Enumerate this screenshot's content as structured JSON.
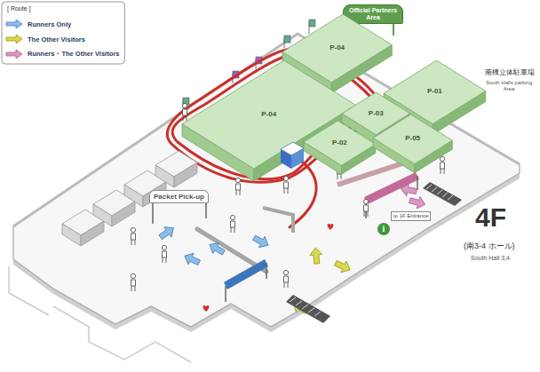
{
  "diagram": {
    "nodes": [
      {
        "text": [
          "Official Partners Area"
        ]
      },
      {
        "text": [
          "P-04"
        ]
      },
      {
        "text": [
          "P-04"
        ]
      },
      {
        "text": [
          "P-01"
        ]
      },
      {
        "text": [
          "P-03"
        ]
      },
      {
        "text": [
          "P-02"
        ]
      },
      {
        "text": [
          "P-05"
        ]
      },
      {
        "text": [
          "Packet Pick-up"
        ]
      }
    ],
    "labels": [
      "[ Route ]",
      "南棟立体駐車場",
      "South Halls parking Area",
      "to 1F Entrance",
      "i",
      "4F",
      "(南3-4 ホール)",
      "South Hall 3,4"
    ],
    "legend": [
      {
        "text": "Runners Only"
      },
      {
        "text": "The Other Visitors"
      },
      {
        "text": "Runners・The Other Visitors"
      }
    ]
  }
}
